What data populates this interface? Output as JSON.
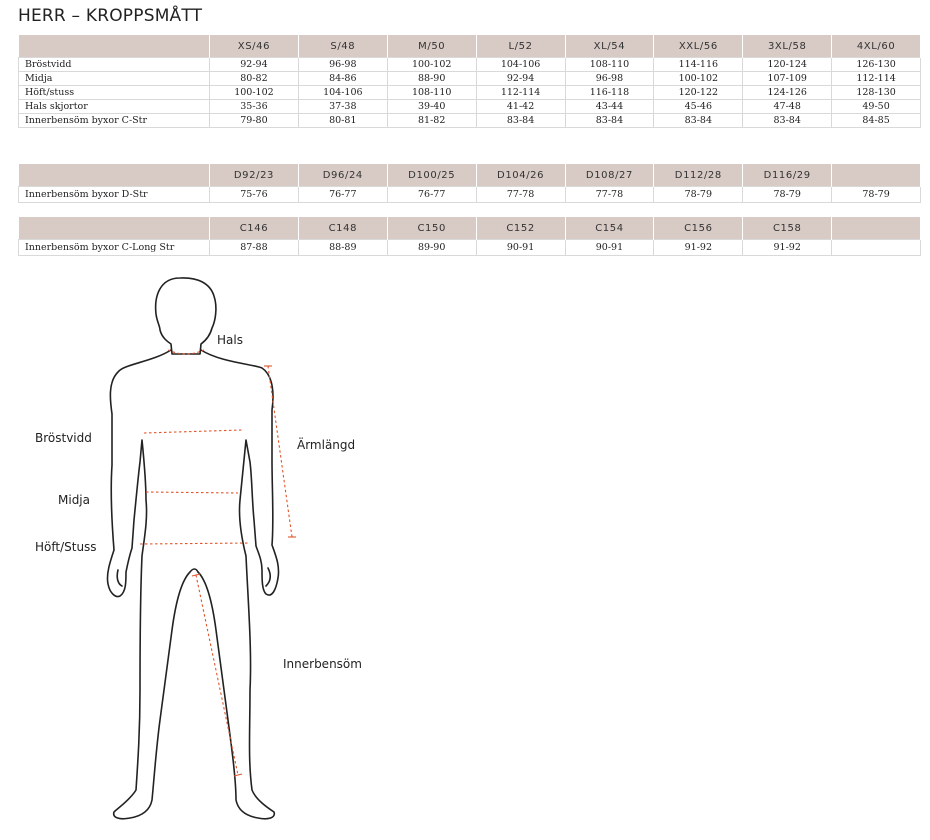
{
  "title": "HERR – KROPPSMÅTT",
  "table1": {
    "headers": [
      "",
      "XS/46",
      "S/48",
      "M/50",
      "L/52",
      "XL/54",
      "XXL/56",
      "3XL/58",
      "4XL/60"
    ],
    "rows": [
      [
        "Bröstvidd",
        "92-94",
        "96-98",
        "100-102",
        "104-106",
        "108-110",
        "114-116",
        "120-124",
        "126-130"
      ],
      [
        "Midja",
        "80-82",
        "84-86",
        "88-90",
        "92-94",
        "96-98",
        "100-102",
        "107-109",
        "112-114"
      ],
      [
        "Höft/stuss",
        "100-102",
        "104-106",
        "108-110",
        "112-114",
        "116-118",
        "120-122",
        "124-126",
        "128-130"
      ],
      [
        "Hals skjortor",
        "35-36",
        "37-38",
        "39-40",
        "41-42",
        "43-44",
        "45-46",
        "47-48",
        "49-50"
      ],
      [
        "Innerbensöm byxor  C-Str",
        "79-80",
        "80-81",
        "81-82",
        "83-84",
        "83-84",
        "83-84",
        "83-84",
        "84-85"
      ]
    ]
  },
  "table2": {
    "headers": [
      "",
      "D92/23",
      "D96/24",
      "D100/25",
      "D104/26",
      "D108/27",
      "D112/28",
      "D116/29",
      ""
    ],
    "rows": [
      [
        "Innerbensöm byxor  D-Str",
        "75-76",
        "76-77",
        "76-77",
        "77-78",
        "77-78",
        "78-79",
        "78-79",
        "78-79"
      ]
    ]
  },
  "table3": {
    "headers": [
      "",
      "C146",
      "C148",
      "C150",
      "C152",
      "C154",
      "C156",
      "C158",
      ""
    ],
    "rows": [
      [
        "Innerbensöm byxor  C-Long Str",
        "87-88",
        "88-89",
        "89-90",
        "90-91",
        "90-91",
        "91-92",
        "91-92",
        ""
      ]
    ]
  },
  "figure": {
    "labels": {
      "neck": "Hals",
      "chest": "Bröstvidd",
      "sleeve": "Ärmlängd",
      "waist": "Midja",
      "hip": "Höft/Stuss",
      "inseam": "Innerbensöm"
    },
    "measure_line_color": "#e0552a"
  }
}
